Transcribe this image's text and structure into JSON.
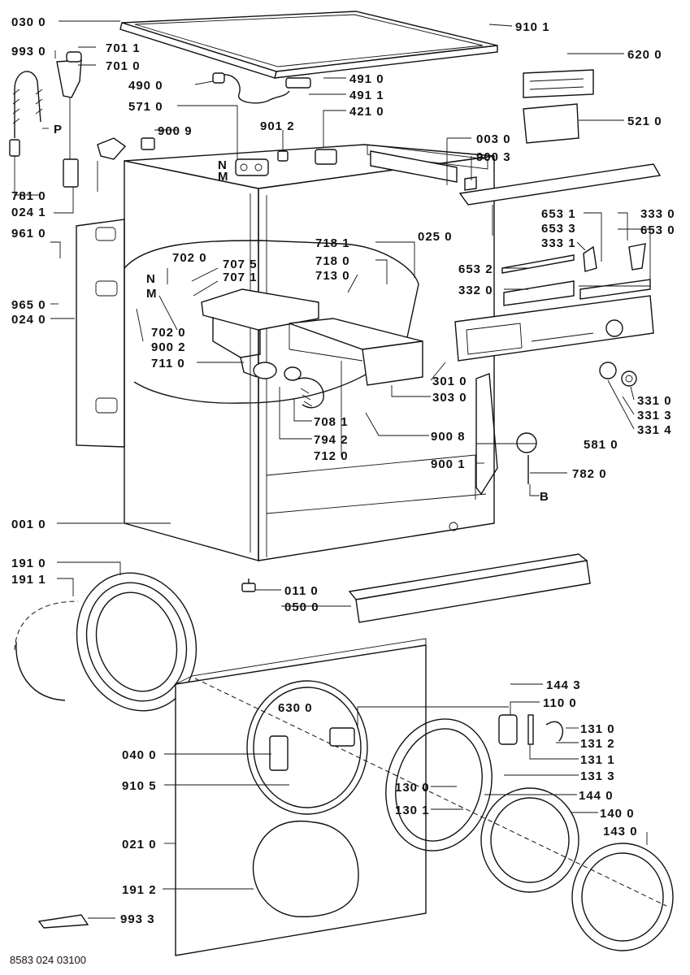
{
  "document_number": "8583 024 03100",
  "callouts": [
    {
      "id": "c-030-0",
      "text": "030 0"
    },
    {
      "id": "c-701-1",
      "text": "701 1"
    },
    {
      "id": "c-993-0",
      "text": "993 0"
    },
    {
      "id": "c-701-0",
      "text": "701 0"
    },
    {
      "id": "c-490-0",
      "text": "490 0"
    },
    {
      "id": "c-491-0",
      "text": "491 0"
    },
    {
      "id": "c-491-1",
      "text": "491 1"
    },
    {
      "id": "c-421-0",
      "text": "421 0"
    },
    {
      "id": "c-571-0",
      "text": "571 0"
    },
    {
      "id": "c-901-2",
      "text": "901 2"
    },
    {
      "id": "c-900-9",
      "text": "900 9"
    },
    {
      "id": "c-p1",
      "text": "P"
    },
    {
      "id": "c-n1",
      "text": "N"
    },
    {
      "id": "c-m1",
      "text": "M"
    },
    {
      "id": "c-781-0",
      "text": "781 0"
    },
    {
      "id": "c-024-1",
      "text": "024 1"
    },
    {
      "id": "c-910-1",
      "text": "910 1"
    },
    {
      "id": "c-620-0",
      "text": "620 0"
    },
    {
      "id": "c-521-0",
      "text": "521 0"
    },
    {
      "id": "c-003-0",
      "text": "003 0"
    },
    {
      "id": "c-900-3",
      "text": "900 3"
    },
    {
      "id": "c-025-0",
      "text": "025 0"
    },
    {
      "id": "c-961-0",
      "text": "961 0"
    },
    {
      "id": "c-965-0",
      "text": "965 0"
    },
    {
      "id": "c-024-0",
      "text": "024 0"
    },
    {
      "id": "c-702-0a",
      "text": "702 0"
    },
    {
      "id": "c-707-5",
      "text": "707 5"
    },
    {
      "id": "c-707-1",
      "text": "707 1"
    },
    {
      "id": "c-n2",
      "text": "N"
    },
    {
      "id": "c-m2",
      "text": "M"
    },
    {
      "id": "c-702-0b",
      "text": "702 0"
    },
    {
      "id": "c-900-2",
      "text": "900 2"
    },
    {
      "id": "c-711-0",
      "text": "711 0"
    },
    {
      "id": "c-718-1",
      "text": "718 1"
    },
    {
      "id": "c-718-0",
      "text": "718 0"
    },
    {
      "id": "c-713-0",
      "text": "713 0"
    },
    {
      "id": "c-653-1",
      "text": "653 1"
    },
    {
      "id": "c-333-0",
      "text": "333 0"
    },
    {
      "id": "c-653-3",
      "text": "653 3"
    },
    {
      "id": "c-653-0",
      "text": "653 0"
    },
    {
      "id": "c-333-1",
      "text": "333 1"
    },
    {
      "id": "c-653-2",
      "text": "653 2"
    },
    {
      "id": "c-332-0",
      "text": "332 0"
    },
    {
      "id": "c-301-0",
      "text": "301 0"
    },
    {
      "id": "c-303-0",
      "text": "303 0"
    },
    {
      "id": "c-331-0",
      "text": "331 0"
    },
    {
      "id": "c-331-3",
      "text": "331 3"
    },
    {
      "id": "c-331-4",
      "text": "331 4"
    },
    {
      "id": "c-708-1",
      "text": "708 1"
    },
    {
      "id": "c-794-2",
      "text": "794 2"
    },
    {
      "id": "c-712-0",
      "text": "712 0"
    },
    {
      "id": "c-900-8",
      "text": "900 8"
    },
    {
      "id": "c-581-0",
      "text": "581 0"
    },
    {
      "id": "c-900-1",
      "text": "900 1"
    },
    {
      "id": "c-782-0",
      "text": "782 0"
    },
    {
      "id": "c-b",
      "text": "B"
    },
    {
      "id": "c-001-0",
      "text": "001 0"
    },
    {
      "id": "c-191-0",
      "text": "191 0"
    },
    {
      "id": "c-191-1",
      "text": "191 1"
    },
    {
      "id": "c-011-0",
      "text": "011 0"
    },
    {
      "id": "c-050-0",
      "text": "050 0"
    },
    {
      "id": "c-144-3",
      "text": "144 3"
    },
    {
      "id": "c-110-0",
      "text": "110 0"
    },
    {
      "id": "c-630-0",
      "text": "630 0"
    },
    {
      "id": "c-131-0",
      "text": "131 0"
    },
    {
      "id": "c-131-2",
      "text": "131 2"
    },
    {
      "id": "c-040-0",
      "text": "040 0"
    },
    {
      "id": "c-131-1",
      "text": "131 1"
    },
    {
      "id": "c-131-3",
      "text": "131 3"
    },
    {
      "id": "c-910-5",
      "text": "910 5"
    },
    {
      "id": "c-130-0",
      "text": "130 0"
    },
    {
      "id": "c-144-0",
      "text": "144 0"
    },
    {
      "id": "c-130-1",
      "text": "130 1"
    },
    {
      "id": "c-140-0",
      "text": "140 0"
    },
    {
      "id": "c-021-0",
      "text": "021 0"
    },
    {
      "id": "c-143-0",
      "text": "143 0"
    },
    {
      "id": "c-191-2",
      "text": "191 2"
    },
    {
      "id": "c-993-3",
      "text": "993 3"
    }
  ]
}
